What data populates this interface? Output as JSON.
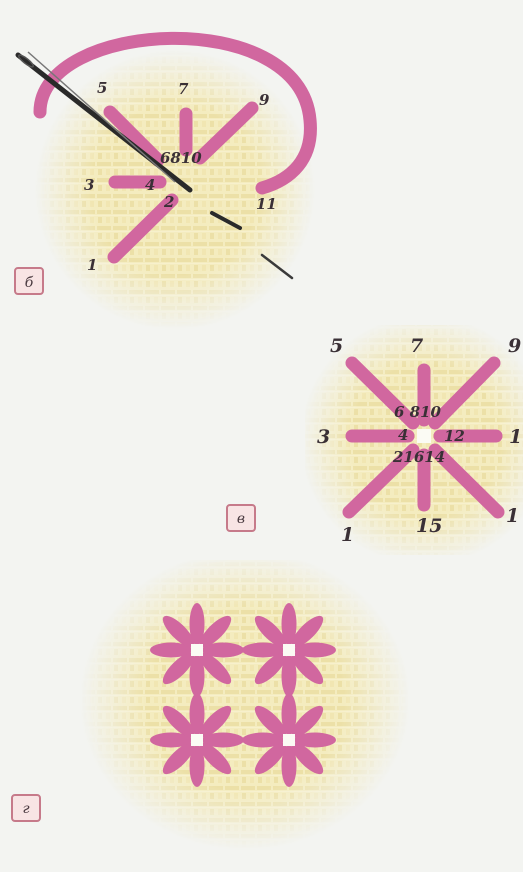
{
  "colors": {
    "stitch": "#d1679f",
    "stitch_dark": "#c05590",
    "fabric": "#f2eab8",
    "needle": "#2a2a2a",
    "background": "#f3f4f1",
    "badge_border": "#c67a8a",
    "badge_fill": "#f8e4e4"
  },
  "panel_b": {
    "badge": "б",
    "labels": {
      "n5": "5",
      "n7": "7",
      "n9": "9",
      "n3": "3",
      "center": "6810",
      "n4": "4",
      "n2": "2",
      "n11": "11",
      "n1": "1"
    },
    "icons": [
      "needle-icon",
      "thread-icon"
    ]
  },
  "panel_v": {
    "badge": "в",
    "labels": {
      "n5": "5",
      "n7": "7",
      "n9": "9",
      "n3": "3",
      "n1_right": "1",
      "upper_center": "6 810",
      "n4": "4",
      "n12": "12",
      "lower_center": "21614",
      "n1": "1",
      "n15": "15",
      "n1_br": "1"
    }
  },
  "panel_g": {
    "badge": "г",
    "motif_count": 4
  }
}
